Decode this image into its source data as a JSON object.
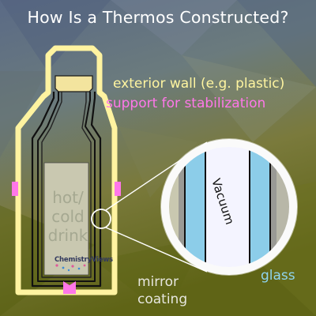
{
  "title": "How Is a Thermos Constructed?",
  "labels": {
    "exterior_wall": "exterior wall (e.g. plastic)",
    "support": "support for stabilization",
    "drink_lines": [
      "hot/",
      "cold",
      "drink"
    ],
    "vacuum": "Vacuum",
    "mirror_lines": [
      "mirror",
      "coating"
    ],
    "glass": "glass",
    "brand": "ChemistryViews"
  },
  "colors": {
    "exterior_wall": "#fff3a0",
    "support": "#ff77e9",
    "drink": "#c9c8b0",
    "glass": "#8ccde9",
    "mirror": "#9a9a95",
    "outline": "#111111",
    "lid": "#f6e7a0"
  }
}
